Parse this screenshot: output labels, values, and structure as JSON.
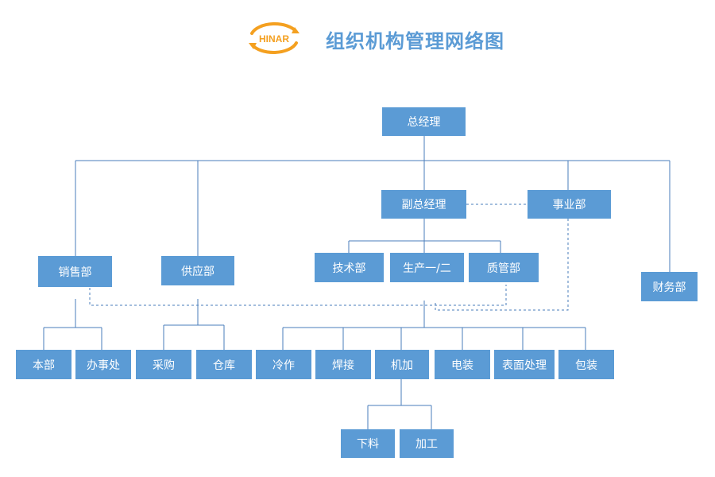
{
  "header": {
    "logo_text": "HINAR",
    "title": "组织机构管理网络图"
  },
  "colors": {
    "box_fill": "#5b9bd5",
    "box_text": "#ffffff",
    "connector": "#4a7ebb",
    "logo_orange": "#f4a020"
  },
  "nodes": {
    "zongjingli": "总经理",
    "fuzongjingli": "副总经理",
    "shiyebu": "事业部",
    "xiaoshoubu": "销售部",
    "gongyingbu": "供应部",
    "jishubu": "技术部",
    "shengchan": "生产一/二",
    "zhiguanbu": "质管部",
    "caiwubu": "财务部",
    "benbu": "本部",
    "banshichu": "办事处",
    "caigou": "采购",
    "cangku": "仓库",
    "lengzuo": "冷作",
    "hanjie": "焊接",
    "jijia": "机加",
    "dianzhuang": "电装",
    "biaomian": "表面处理",
    "baozhuang": "包装",
    "xialiao": "下料",
    "jiagong": "加工"
  }
}
